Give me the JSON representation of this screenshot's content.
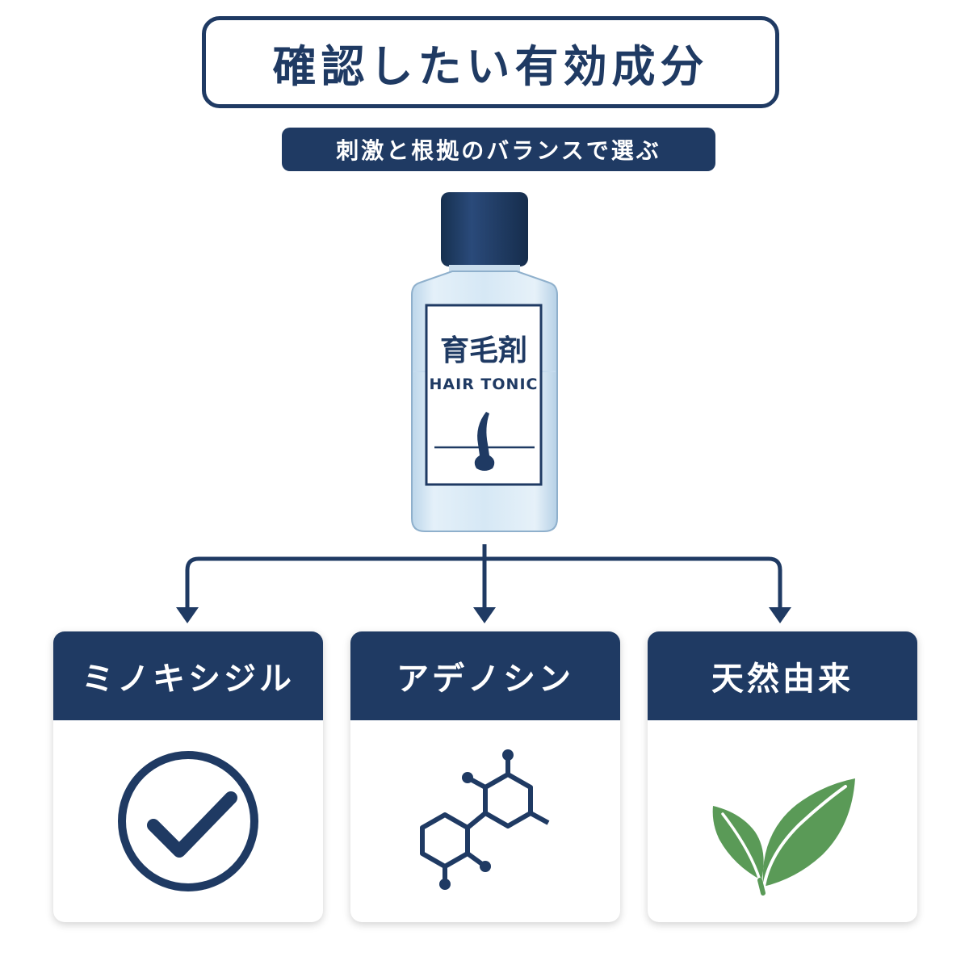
{
  "title": "確認したい有効成分",
  "subtitle": "刺激と根拠のバランスで選ぶ",
  "bottle": {
    "label_title": "育毛剤",
    "label_sub": "HAIR TONIC",
    "icon": "hair-follicle-icon"
  },
  "cards": [
    {
      "title": "ミノキシジル",
      "icon": "check-circle-icon"
    },
    {
      "title": "アデノシン",
      "icon": "molecule-icon"
    },
    {
      "title": "天然由来",
      "icon": "leaf-icon"
    }
  ],
  "colors": {
    "navy": "#1f3a63",
    "leaf_green": "#5a9a57",
    "bottle_glass": "#d9eaf6",
    "white": "#ffffff"
  }
}
